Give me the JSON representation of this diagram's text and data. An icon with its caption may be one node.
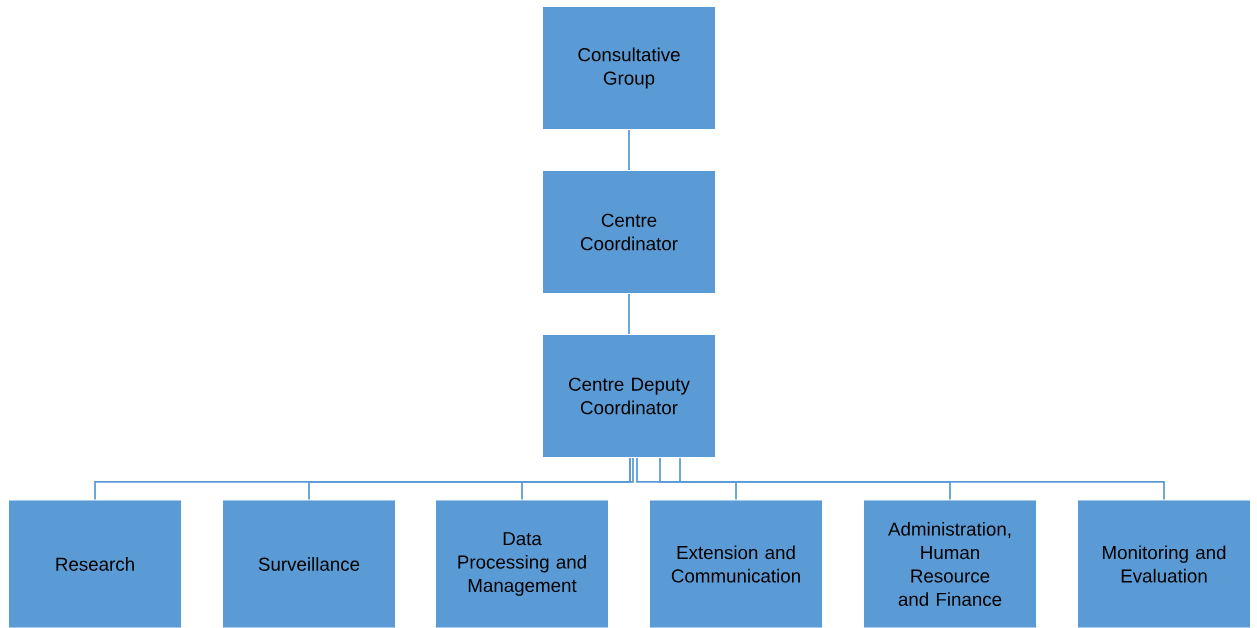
{
  "diagram": {
    "nodes": [
      {
        "text": [
          "Consultative Group"
        ]
      },
      {
        "text": [
          "Centre Coordinator"
        ]
      },
      {
        "text": [
          "Centre Deputy Coordinator"
        ]
      },
      {
        "text": [
          "Research"
        ]
      },
      {
        "text": [
          "Surveillance"
        ]
      },
      {
        "text": [
          "Data Processing and Management"
        ]
      },
      {
        "text": [
          "Extension and Communication"
        ]
      },
      {
        "text": [
          "Administration, Human Resource and Finance"
        ]
      },
      {
        "text": [
          "Monitoring and Evaluation"
        ]
      }
    ],
    "edges": [
      {
        "from": 0,
        "to": 1,
        "arrow": "none"
      },
      {
        "from": 1,
        "to": 2,
        "arrow": "none"
      },
      {
        "from": 2,
        "to": 3,
        "arrow": "none"
      },
      {
        "from": 2,
        "to": 4,
        "arrow": "none"
      },
      {
        "from": 2,
        "to": 5,
        "arrow": "none"
      },
      {
        "from": 2,
        "to": 6,
        "arrow": "none"
      },
      {
        "from": 2,
        "to": 7,
        "arrow": "none"
      },
      {
        "from": 2,
        "to": 8,
        "arrow": "none"
      }
    ]
  }
}
